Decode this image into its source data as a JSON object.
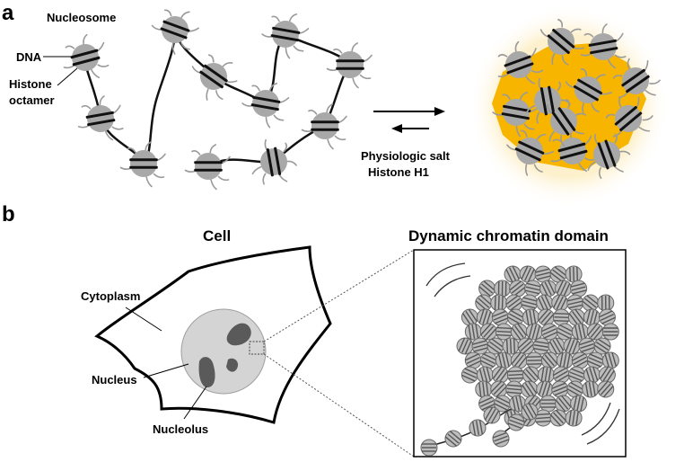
{
  "panel_a": {
    "letter": "a",
    "labels": {
      "nucleosome": "Nucleosome",
      "dna": "DNA",
      "histone_line1": "Histone",
      "histone_line2": "octamer"
    },
    "condition_line1": "Physiologic salt",
    "condition_line2": "Histone H1"
  },
  "panel_b": {
    "letter": "b",
    "cell_title": "Cell",
    "domain_title": "Dynamic chromatin domain",
    "labels": {
      "cytoplasm": "Cytoplasm",
      "nucleus": "Nucleus",
      "nucleolus": "Nucleolus"
    }
  },
  "colors": {
    "histone_gray": "#a8a8a8",
    "dna_black": "#111111",
    "condensate_orange": "#f7b500",
    "glow_yellow": "#fff1c2",
    "nucleus_gray": "#d4d4d4",
    "nucleolus_dark": "#5a5a5a",
    "domain_nucleosome_gray": "#bdbdbd"
  }
}
